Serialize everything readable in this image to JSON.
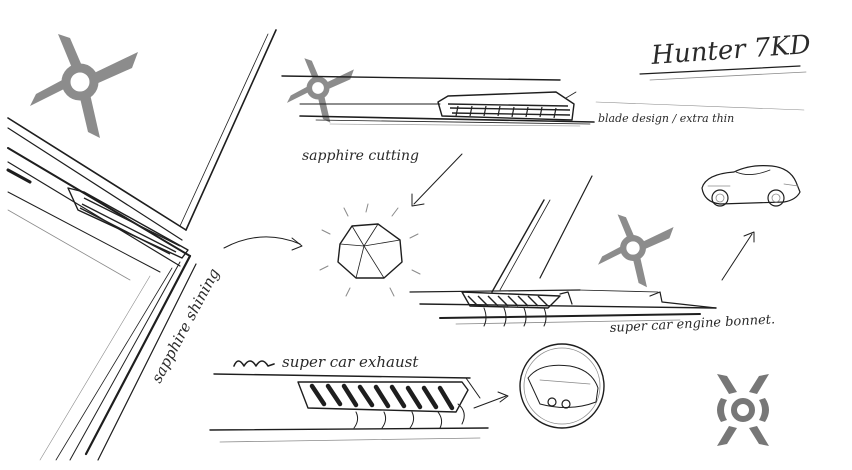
{
  "labels": {
    "title": "Hunter 7KD",
    "blade_design": "blade design / extra thin",
    "sapphire_cutting": "sapphire cutting",
    "sapphire_shining": "sapphire shining",
    "super_car_engine_bonnet": "super car engine bonnet.",
    "super_car_exhaust": "super car exhaust"
  },
  "colors": {
    "logo": "#8c8c8c",
    "ink": "#1e1e1e"
  },
  "icons": [
    "brand-logo-icon",
    "sapphire-gem-icon",
    "sports-car-icon",
    "exhaust-magnifier-icon"
  ]
}
